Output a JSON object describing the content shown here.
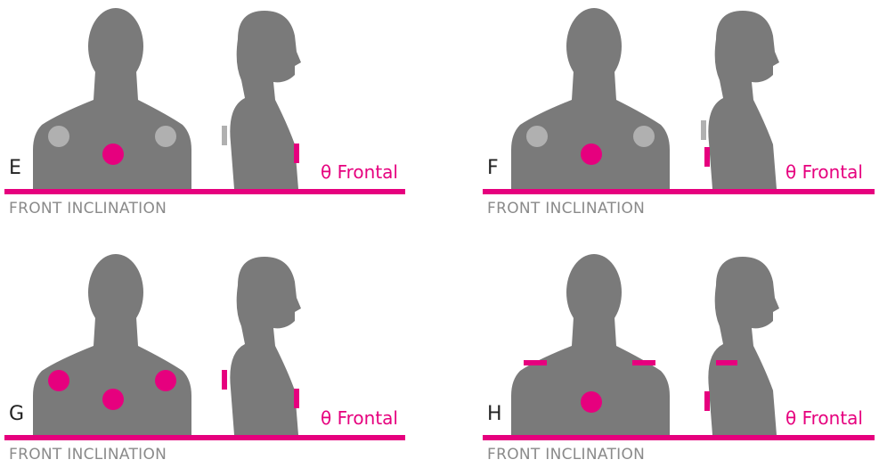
{
  "colors": {
    "accent": "#e6007e",
    "silhouette": "#7a7a7a",
    "inactive_marker": "#b0b0b0",
    "caption_text": "#8a8a8a"
  },
  "angle_label": "θ Frontal",
  "panels": [
    {
      "letter": "E",
      "caption": "FRONT INCLINATION",
      "front_markers": [
        {
          "kind": "circle",
          "state": "inactive",
          "site": "left-shoulder"
        },
        {
          "kind": "circle",
          "state": "inactive",
          "site": "right-shoulder"
        },
        {
          "kind": "circle",
          "state": "active",
          "site": "upper-back-center"
        }
      ],
      "side_markers": [
        {
          "kind": "bar",
          "state": "inactive",
          "site": "back"
        },
        {
          "kind": "bar",
          "state": "active",
          "site": "chest"
        }
      ]
    },
    {
      "letter": "F",
      "caption": "FRONT INCLINATION",
      "front_markers": [
        {
          "kind": "circle",
          "state": "inactive",
          "site": "left-shoulder"
        },
        {
          "kind": "circle",
          "state": "inactive",
          "site": "right-shoulder"
        },
        {
          "kind": "circle",
          "state": "active",
          "site": "upper-back-center"
        }
      ],
      "side_markers": [
        {
          "kind": "bar",
          "state": "inactive",
          "site": "back-upper"
        },
        {
          "kind": "bar",
          "state": "active",
          "site": "back-lower"
        }
      ]
    },
    {
      "letter": "G",
      "caption": "FRONT INCLINATION",
      "front_markers": [
        {
          "kind": "circle",
          "state": "active",
          "site": "left-shoulder"
        },
        {
          "kind": "circle",
          "state": "active",
          "site": "right-shoulder"
        },
        {
          "kind": "circle",
          "state": "active",
          "site": "upper-back-center"
        }
      ],
      "side_markers": [
        {
          "kind": "bar",
          "state": "active",
          "site": "back"
        },
        {
          "kind": "bar",
          "state": "active",
          "site": "chest"
        }
      ]
    },
    {
      "letter": "H",
      "caption": "FRONT INCLINATION",
      "front_markers": [
        {
          "kind": "dash",
          "state": "active",
          "site": "left-shoulder-top"
        },
        {
          "kind": "dash",
          "state": "active",
          "site": "right-shoulder-top"
        },
        {
          "kind": "circle",
          "state": "active",
          "site": "upper-back-center"
        }
      ],
      "side_markers": [
        {
          "kind": "dash",
          "state": "active",
          "site": "shoulder-top"
        },
        {
          "kind": "bar",
          "state": "active",
          "site": "back-lower"
        }
      ]
    }
  ]
}
